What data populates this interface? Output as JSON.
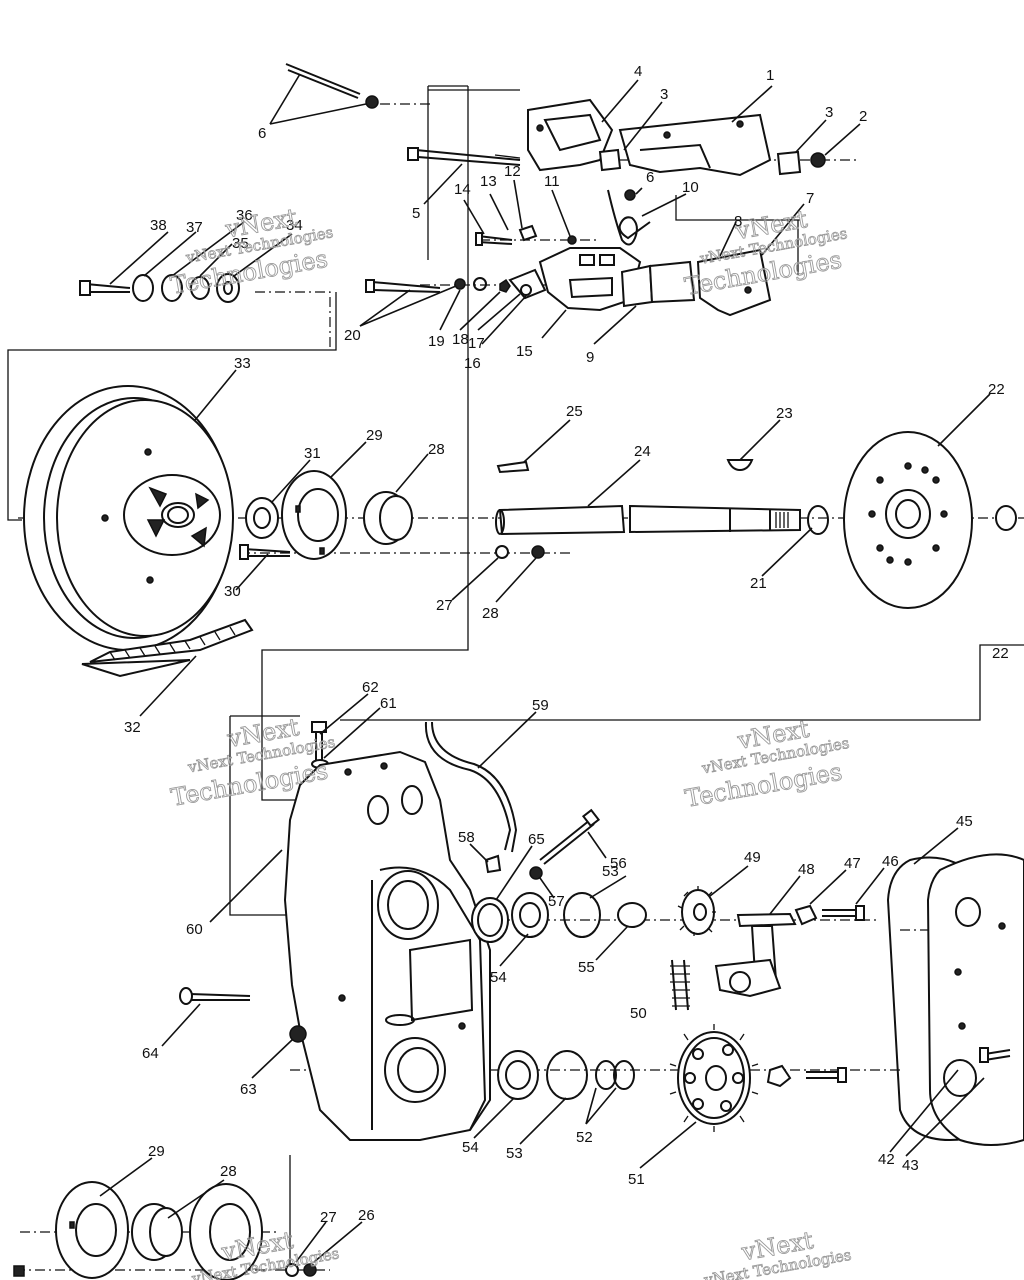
{
  "watermark": {
    "line1": "vNext",
    "line2": "vNext Technologies",
    "line3": "Technologies"
  },
  "callouts": [
    "1",
    "2",
    "3",
    "3",
    "4",
    "5",
    "6",
    "6",
    "7",
    "8",
    "9",
    "10",
    "11",
    "12",
    "13",
    "14",
    "15",
    "16",
    "17",
    "18",
    "19",
    "20",
    "21",
    "22",
    "22",
    "23",
    "24",
    "25",
    "26",
    "27",
    "27",
    "28",
    "28",
    "28",
    "29",
    "29",
    "30",
    "31",
    "32",
    "33",
    "34",
    "35",
    "36",
    "37",
    "38",
    "42",
    "43",
    "45",
    "46",
    "47",
    "48",
    "49",
    "50",
    "51",
    "52",
    "53",
    "53",
    "54",
    "54",
    "55",
    "56",
    "57",
    "58",
    "59",
    "60",
    "61",
    "62",
    "63",
    "64",
    "65"
  ]
}
